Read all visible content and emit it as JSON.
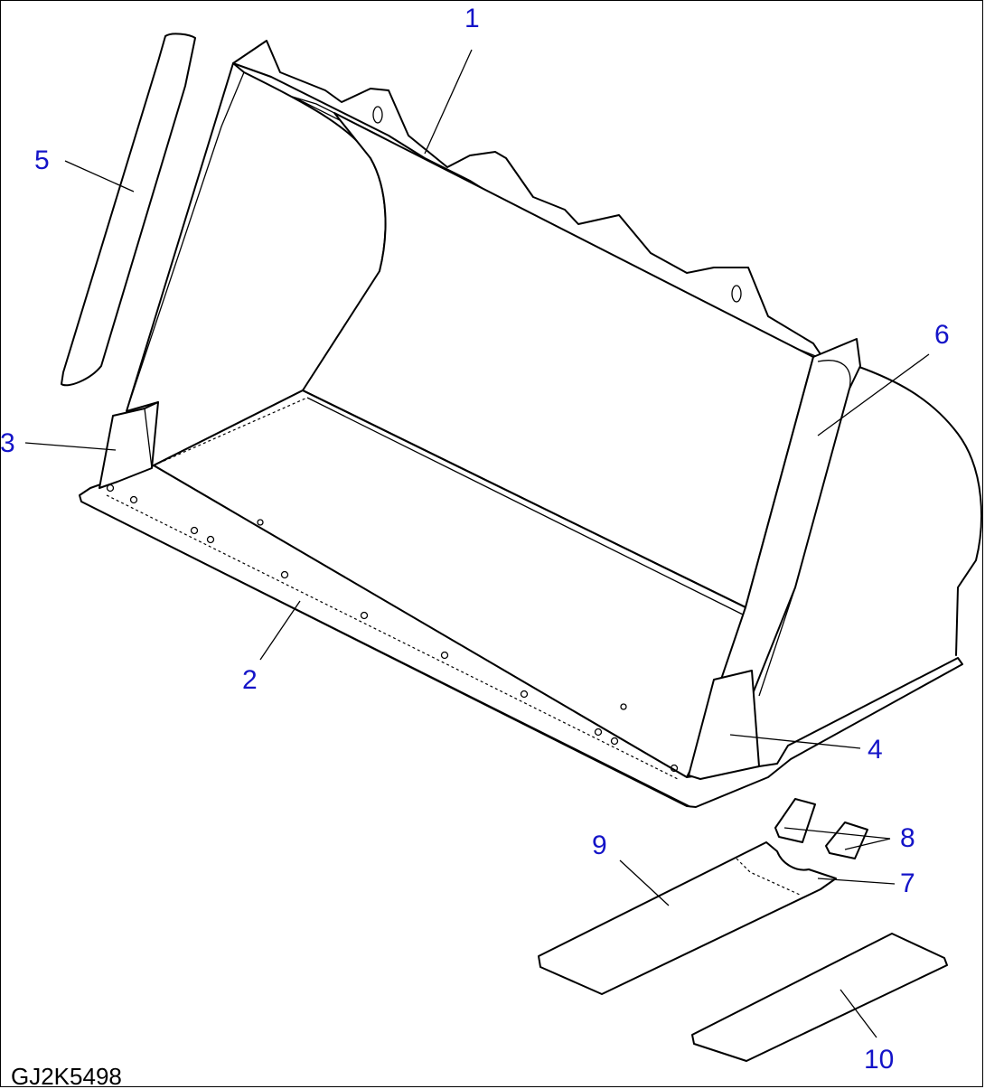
{
  "drawing_code": "GJ2K5498",
  "callouts": [
    {
      "id": "1",
      "label": "1"
    },
    {
      "id": "2",
      "label": "2"
    },
    {
      "id": "3",
      "label": "3"
    },
    {
      "id": "4",
      "label": "4"
    },
    {
      "id": "5",
      "label": "5"
    },
    {
      "id": "6",
      "label": "6"
    },
    {
      "id": "7",
      "label": "7"
    },
    {
      "id": "8",
      "label": "8"
    },
    {
      "id": "9",
      "label": "9"
    },
    {
      "id": "10",
      "label": "10"
    }
  ],
  "colors": {
    "callout": "#1414c8",
    "line": "#000000",
    "background": "#ffffff"
  }
}
